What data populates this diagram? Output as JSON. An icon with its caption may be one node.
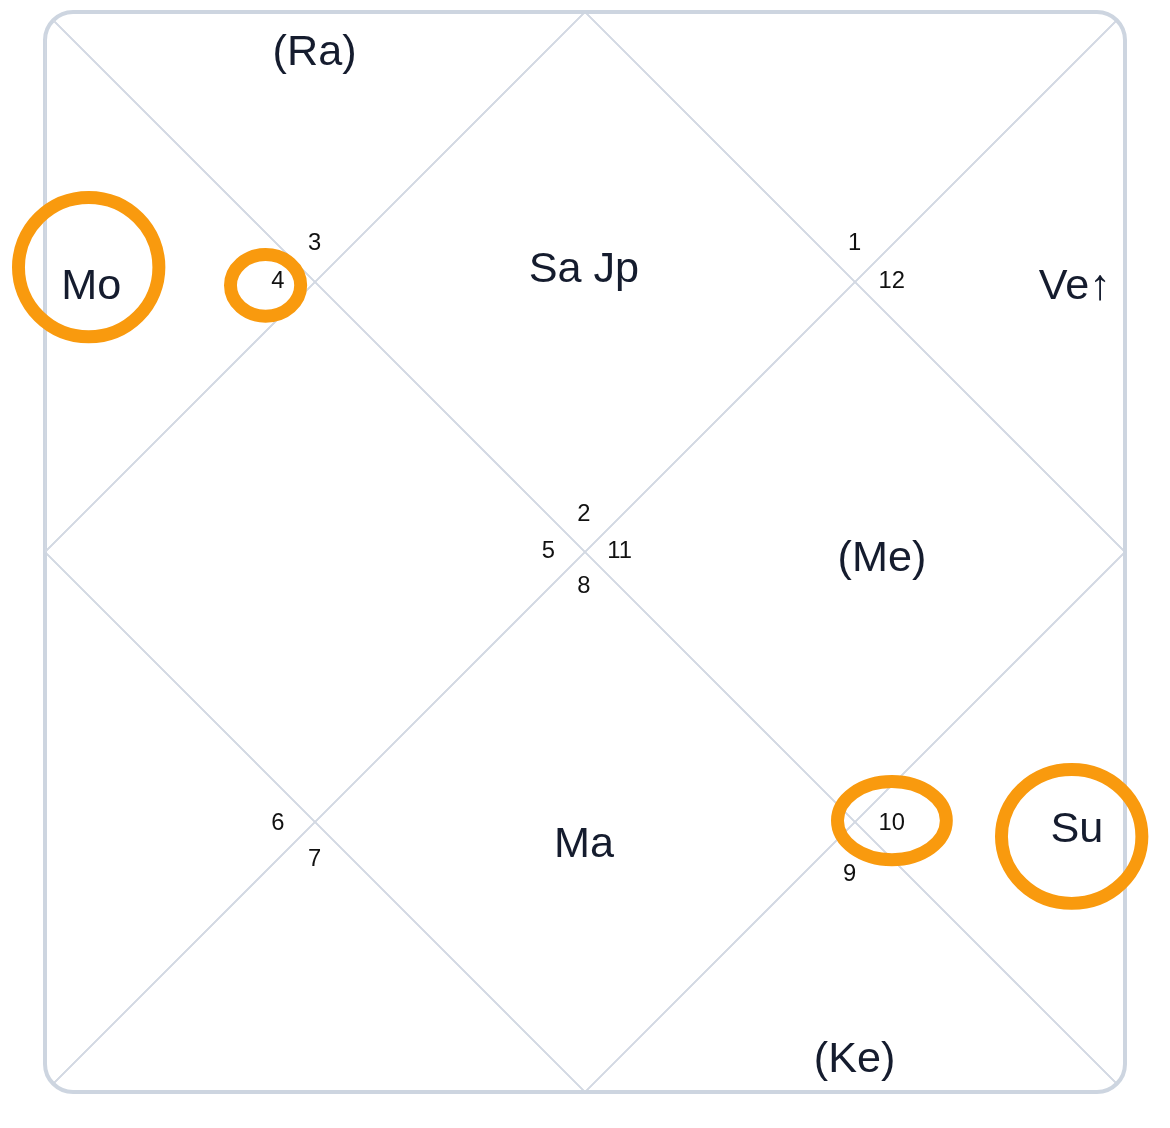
{
  "diagram": {
    "nodes": [
      {
        "text": [
          "(Ra)",
          "3"
        ]
      },
      {
        "text": [
          "Sa Jp",
          "2"
        ]
      },
      {
        "text": [
          "1"
        ]
      },
      {
        "text": [],
        "shape": "triangle"
      },
      {
        "text": [
          "Mo"
        ]
      },
      {
        "text": [
          "4"
        ],
        "in": 3
      },
      {
        "text": [
          "12",
          "Ve↑"
        ]
      },
      {
        "text": [
          "5"
        ]
      },
      {
        "text": [
          "11",
          "(Me)"
        ]
      },
      {
        "text": [
          "6"
        ]
      },
      {
        "text": [
          "8",
          "Ma"
        ]
      },
      {
        "text": [],
        "shape": "triangle"
      },
      {
        "text": [
          "10"
        ]
      },
      {
        "text": [
          "Su"
        ]
      },
      {
        "text": [
          "7"
        ]
      },
      {
        "text": [
          "9",
          "(Ke)"
        ]
      }
    ]
  }
}
